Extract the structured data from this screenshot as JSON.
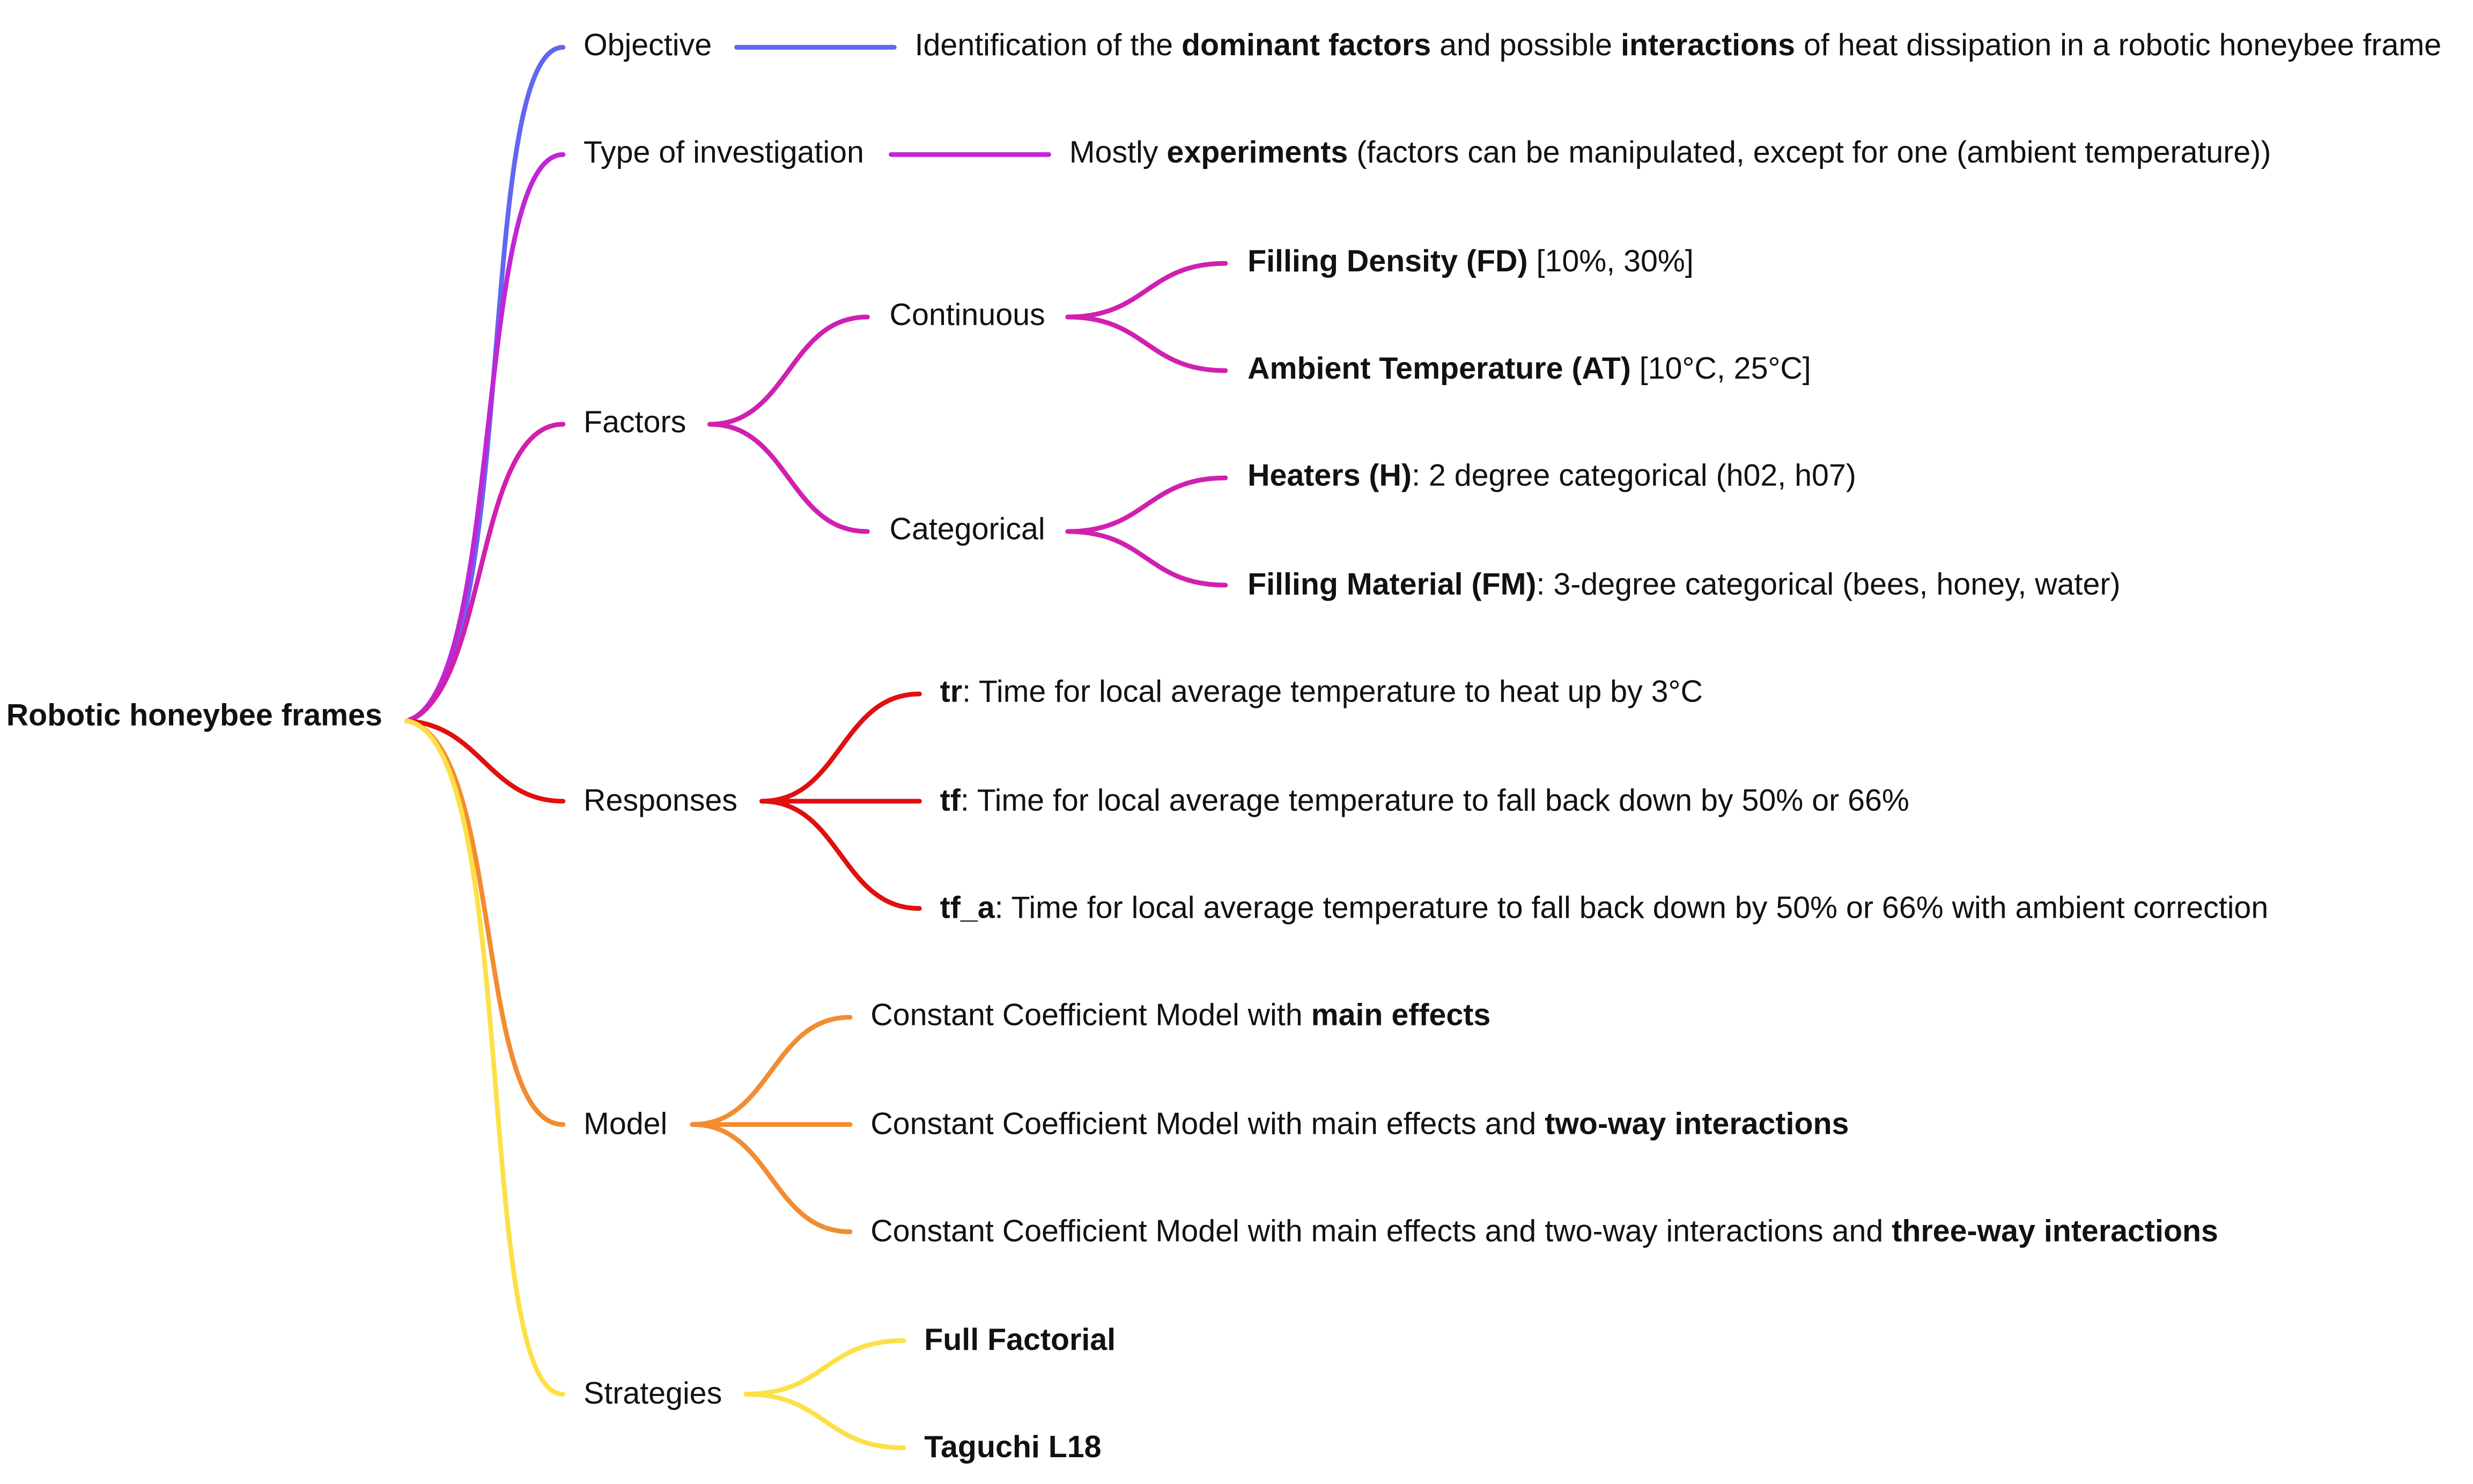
{
  "colors": {
    "objective": "#6366f1",
    "investigation": "#c026d3",
    "factors": "#d020b0",
    "responses": "#e01010",
    "model": "#f28c30",
    "strategies": "#fde047"
  },
  "root": {
    "label": "Robotic honeybee frames"
  },
  "objective": {
    "label": "Objective",
    "detail": {
      "t1": "Identification of the ",
      "b1": "dominant factors",
      "t2": " and possible ",
      "b2": "interactions",
      "t3": " of heat dissipation in a robotic honeybee frame"
    }
  },
  "investigation": {
    "label": "Type of investigation",
    "detail": {
      "t1": "Mostly ",
      "b1": "experiments",
      "t2": " (factors can be manipulated, except for one (ambient temperature))"
    }
  },
  "factors": {
    "label": "Factors",
    "continuous": {
      "label": "Continuous",
      "items": [
        {
          "bold": "Filling Density (FD)",
          "text": " [10%, 30%]"
        },
        {
          "bold": "Ambient Temperature (AT)",
          "text": " [10°C, 25°C]"
        }
      ]
    },
    "categorical": {
      "label": "Categorical",
      "items": [
        {
          "bold": "Heaters (H)",
          "text": ": 2 degree categorical (h02, h07)"
        },
        {
          "bold": "Filling Material (FM)",
          "text": ": 3-degree categorical (bees, honey, water)"
        }
      ]
    }
  },
  "responses": {
    "label": "Responses",
    "items": [
      {
        "bold": "tr",
        "text": ": Time for local average temperature to heat up by 3°C"
      },
      {
        "bold": "tf",
        "text": ": Time for local average temperature to fall back down by 50% or 66%"
      },
      {
        "bold": "tf_a",
        "text": ": Time for local average temperature to fall back down by 50% or 66% with ambient correction"
      }
    ]
  },
  "model": {
    "label": "Model",
    "items": [
      {
        "text": "Constant Coefficient Model with ",
        "bold": "main effects"
      },
      {
        "text": "Constant Coefficient Model with main effects and ",
        "bold": "two-way interactions"
      },
      {
        "text": "Constant Coefficient Model with main effects and two-way interactions and ",
        "bold": "three-way interactions"
      }
    ]
  },
  "strategies": {
    "label": "Strategies",
    "items": [
      {
        "bold": "Full Factorial"
      },
      {
        "bold": "Taguchi L18"
      }
    ]
  }
}
